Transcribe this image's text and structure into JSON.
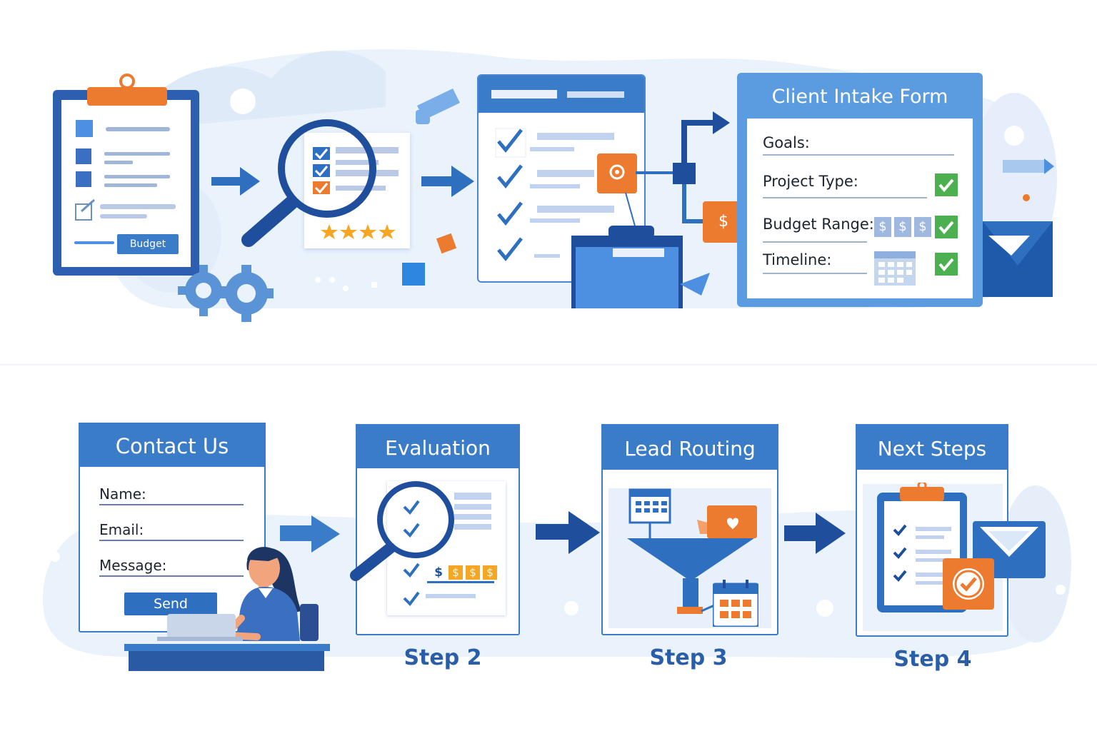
{
  "top": {
    "clipboard_button": "Budget",
    "intake_form": {
      "title": "Client Intake Form",
      "fields": [
        "Goals:",
        "Project Type:",
        "Budget Range:",
        "Timeline:"
      ],
      "dollar_signs": [
        "$",
        "$",
        "$"
      ],
      "funnel_dollar": "$"
    }
  },
  "bottom": {
    "steps": [
      {
        "title": "Contact Us",
        "fields": [
          "Name:",
          "Email:",
          "Message:"
        ],
        "button": "Send"
      },
      {
        "title": "Evaluation",
        "label": "Step 2",
        "dollar_signs": [
          "$",
          "$",
          "$",
          "$"
        ]
      },
      {
        "title": "Lead Routing",
        "label": "Step 3"
      },
      {
        "title": "Next Steps",
        "label": "Step 4"
      }
    ]
  },
  "colors": {
    "primary_blue": "#3b7cc9",
    "dark_blue": "#1f4f9c",
    "light_blue": "#dbe8f7",
    "orange": "#ec7a2f",
    "green": "#4caf50",
    "star": "#f5a623"
  },
  "icons": [
    "clipboard-icon",
    "magnifier-icon",
    "gear-icon",
    "checklist-icon",
    "folder-icon",
    "envelope-icon",
    "calendar-icon",
    "funnel-icon",
    "person-laptop-icon",
    "chat-icon",
    "check-badge-icon"
  ]
}
